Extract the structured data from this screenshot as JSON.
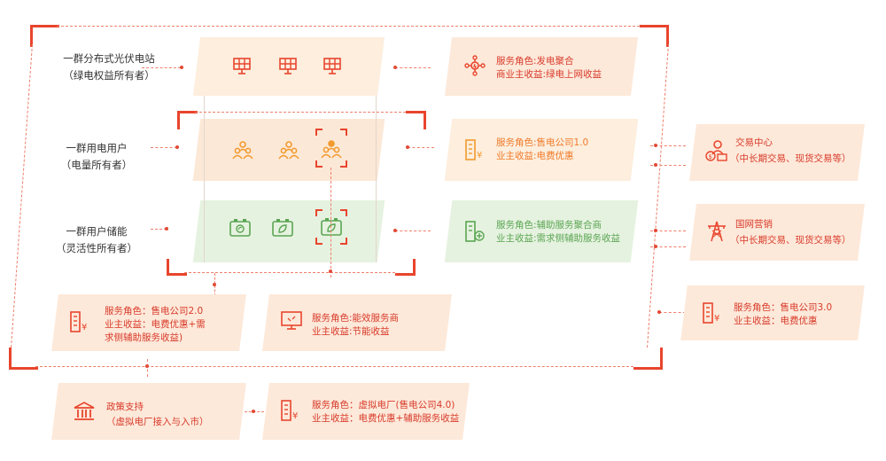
{
  "left_labels": [
    {
      "line1": "一群分布式光伏电站",
      "line2": "（绿电权益所有者）"
    },
    {
      "line1": "一群用电用户",
      "line2": "（电量所有者）"
    },
    {
      "line1": "一群用户储能",
      "line2": "（灵活性所有者）"
    }
  ],
  "roles": {
    "pv": {
      "role": "服务角色:发电聚合",
      "income": "商业主收益:绿电上网收益"
    },
    "retail1": {
      "role": "服务角色:售电公司1.0",
      "income": "业主收益:电费优惠"
    },
    "aux": {
      "role": "服务角色:辅助服务聚合商",
      "income": "业主收益:需求侧辅助服务收益"
    },
    "retail2": {
      "role": "服务角色：售电公司2.0",
      "income": "业主收益：电费优惠+需",
      "income2": "求侧辅助服务收益)"
    },
    "energy": {
      "role": "服务角色:能效服务商",
      "income": "业主收益:节能收益"
    },
    "retail3": {
      "role": "服务角色：售电公司3.0",
      "income": "业主收益：电费优惠"
    },
    "vpp": {
      "role": "服务角色：虚拟电厂(售电公司4.0)",
      "income": "业主收益：电费优惠+辅助服务收益"
    }
  },
  "trade_center": {
    "title": "交易中心",
    "sub": "（中长期交易、现货交易等）"
  },
  "grid": {
    "title": "国网营销",
    "sub": "（中长期交易、现货交易等）"
  },
  "policy": {
    "title": "政策支持",
    "sub": "（虚拟电厂接入与入市）"
  },
  "colors": {
    "accent_red": "#e8452d",
    "orange": "#f07a2a",
    "green": "#5aa552"
  }
}
